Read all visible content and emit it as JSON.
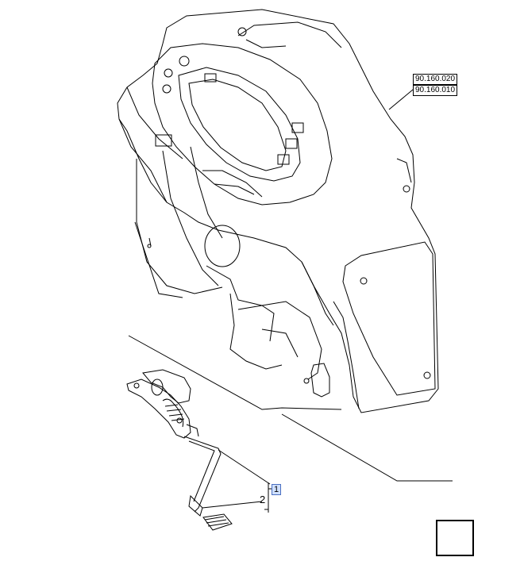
{
  "references": [
    {
      "label": "90.160.020"
    },
    {
      "label": "90.160.010"
    }
  ],
  "callouts": [
    {
      "number": "1"
    },
    {
      "number": "2"
    }
  ],
  "nav": {
    "icon": "return-arrow-icon"
  }
}
